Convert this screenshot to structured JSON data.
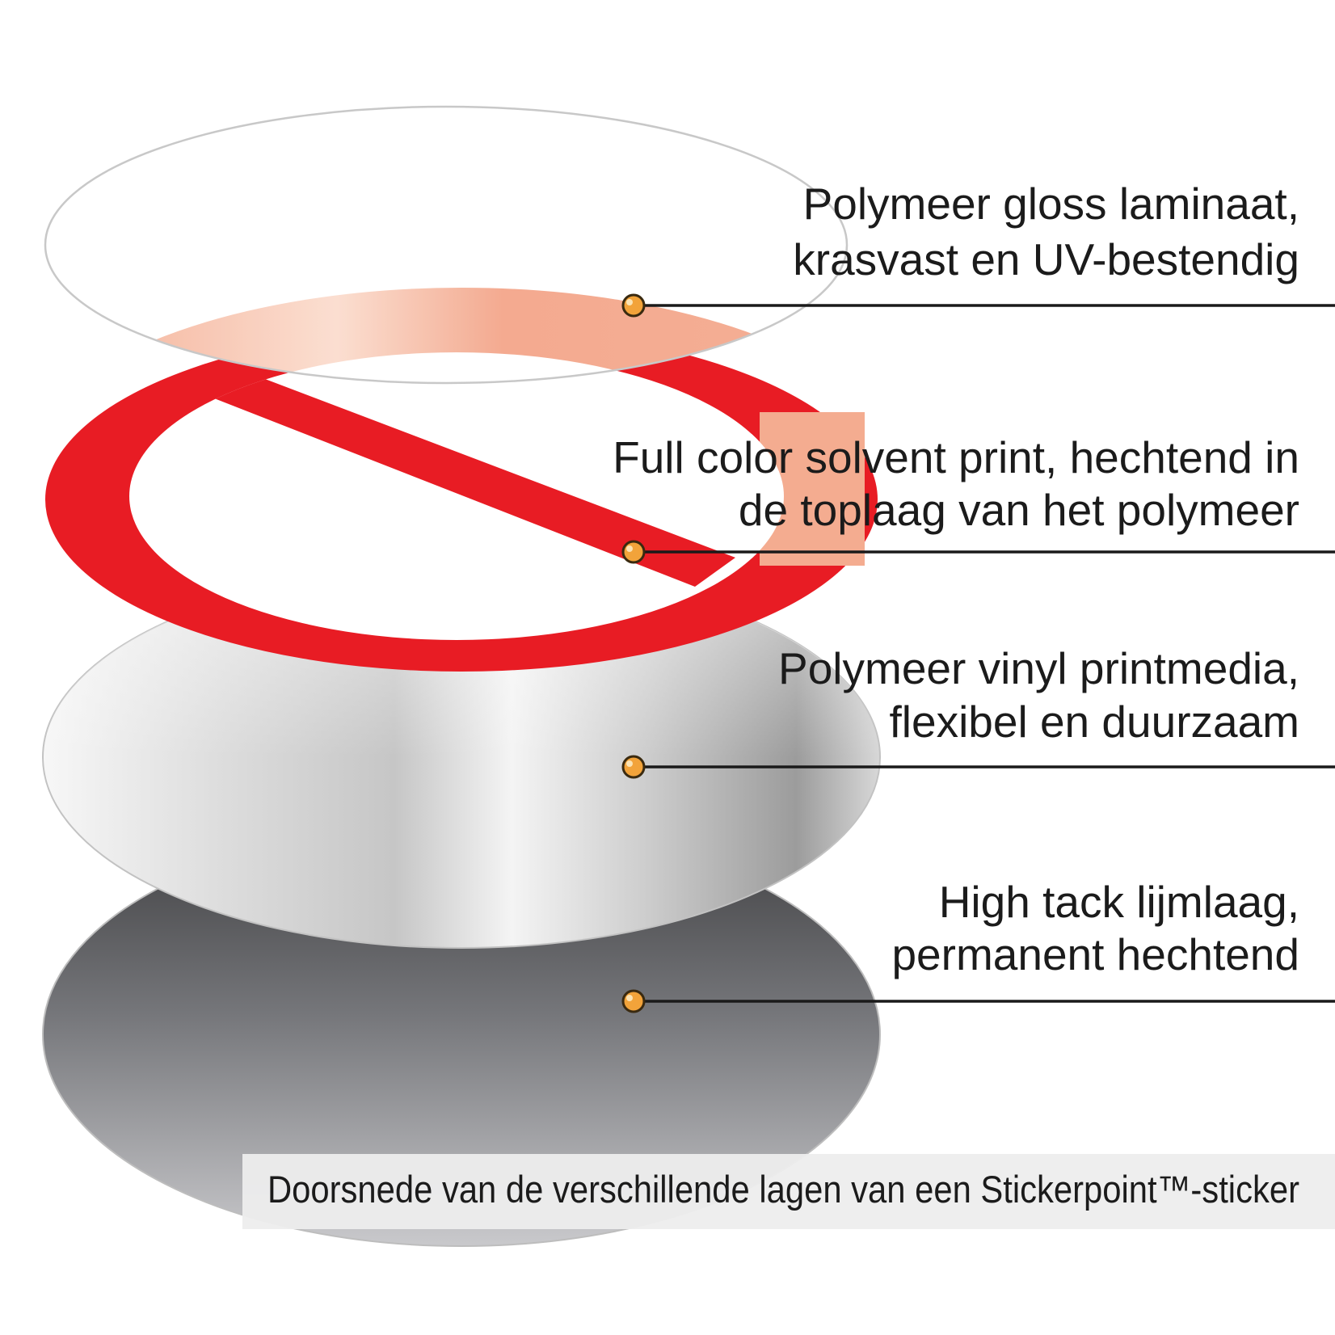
{
  "diagram": {
    "layers": [
      {
        "name": "laminate",
        "label_lines": [
          "Polymeer gloss laminaat,",
          "krasvast en UV-bestendig"
        ],
        "color": "#ffffff"
      },
      {
        "name": "print",
        "label_lines": [
          "Full color solvent print, hechtend in",
          "de toplaag van het polymeer"
        ],
        "color": "#e81c24"
      },
      {
        "name": "vinyl",
        "label_lines": [
          "Polymeer vinyl printmedia,",
          "flexibel en duurzaam"
        ],
        "color": "#d6d6d6"
      },
      {
        "name": "adhesive",
        "label_lines": [
          "High tack lijmlaag,",
          "permanent hechtend"
        ],
        "color": "#6d6d6f"
      }
    ],
    "caption": "Doorsnede van de verschillende lagen van een Stickerpoint™-sticker",
    "colors": {
      "leader_line": "#1a1a1a",
      "marker_fill": "#f2a33a",
      "marker_stroke": "#3a2a10",
      "sign_red": "#e81c24",
      "sign_peach": "#f4ac90",
      "laminate_stroke": "#c8c8c8"
    }
  }
}
